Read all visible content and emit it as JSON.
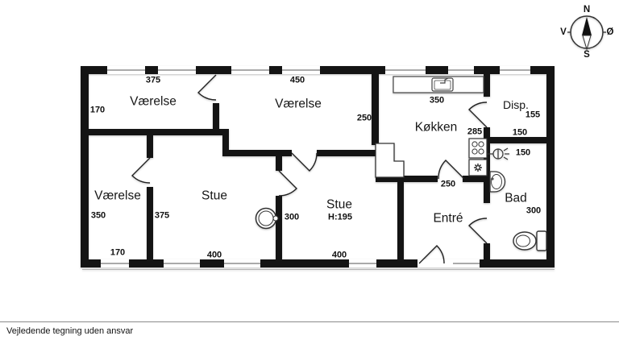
{
  "compass": {
    "north": "N",
    "south": "S",
    "west": "V",
    "east": "Ø"
  },
  "rooms": {
    "vaerelse_nw": {
      "name": "Værelse",
      "dim_top": "375",
      "dim_left": "170"
    },
    "vaerelse_n": {
      "name": "Værelse",
      "dim_top": "450",
      "dim_right": "250"
    },
    "koekken": {
      "name": "Køkken",
      "dim_top": "350",
      "dim_right": "285"
    },
    "disp": {
      "name": "Disp.",
      "dim_right": "155",
      "dim_bottom": "150"
    },
    "gang": {
      "dim_width": "150"
    },
    "bad": {
      "name": "Bad",
      "dim_right": "300"
    },
    "vaerelse_w": {
      "name": "Værelse",
      "dim_left": "350",
      "dim_bottom": "170"
    },
    "stue_vest": {
      "name": "Stue",
      "dim_left": "375",
      "dim_bottom": "400"
    },
    "stue_oest": {
      "name": "Stue",
      "ceiling_height": "H:195",
      "dim_left": "300",
      "dim_bottom": "400"
    },
    "entre": {
      "name": "Entré",
      "dim_top": "250"
    }
  },
  "footer": {
    "disclaimer": "Vejledende tegning uden ansvar"
  },
  "colors": {
    "wall": "#141414",
    "line": "#2a2a2a",
    "background": "#ffffff"
  }
}
